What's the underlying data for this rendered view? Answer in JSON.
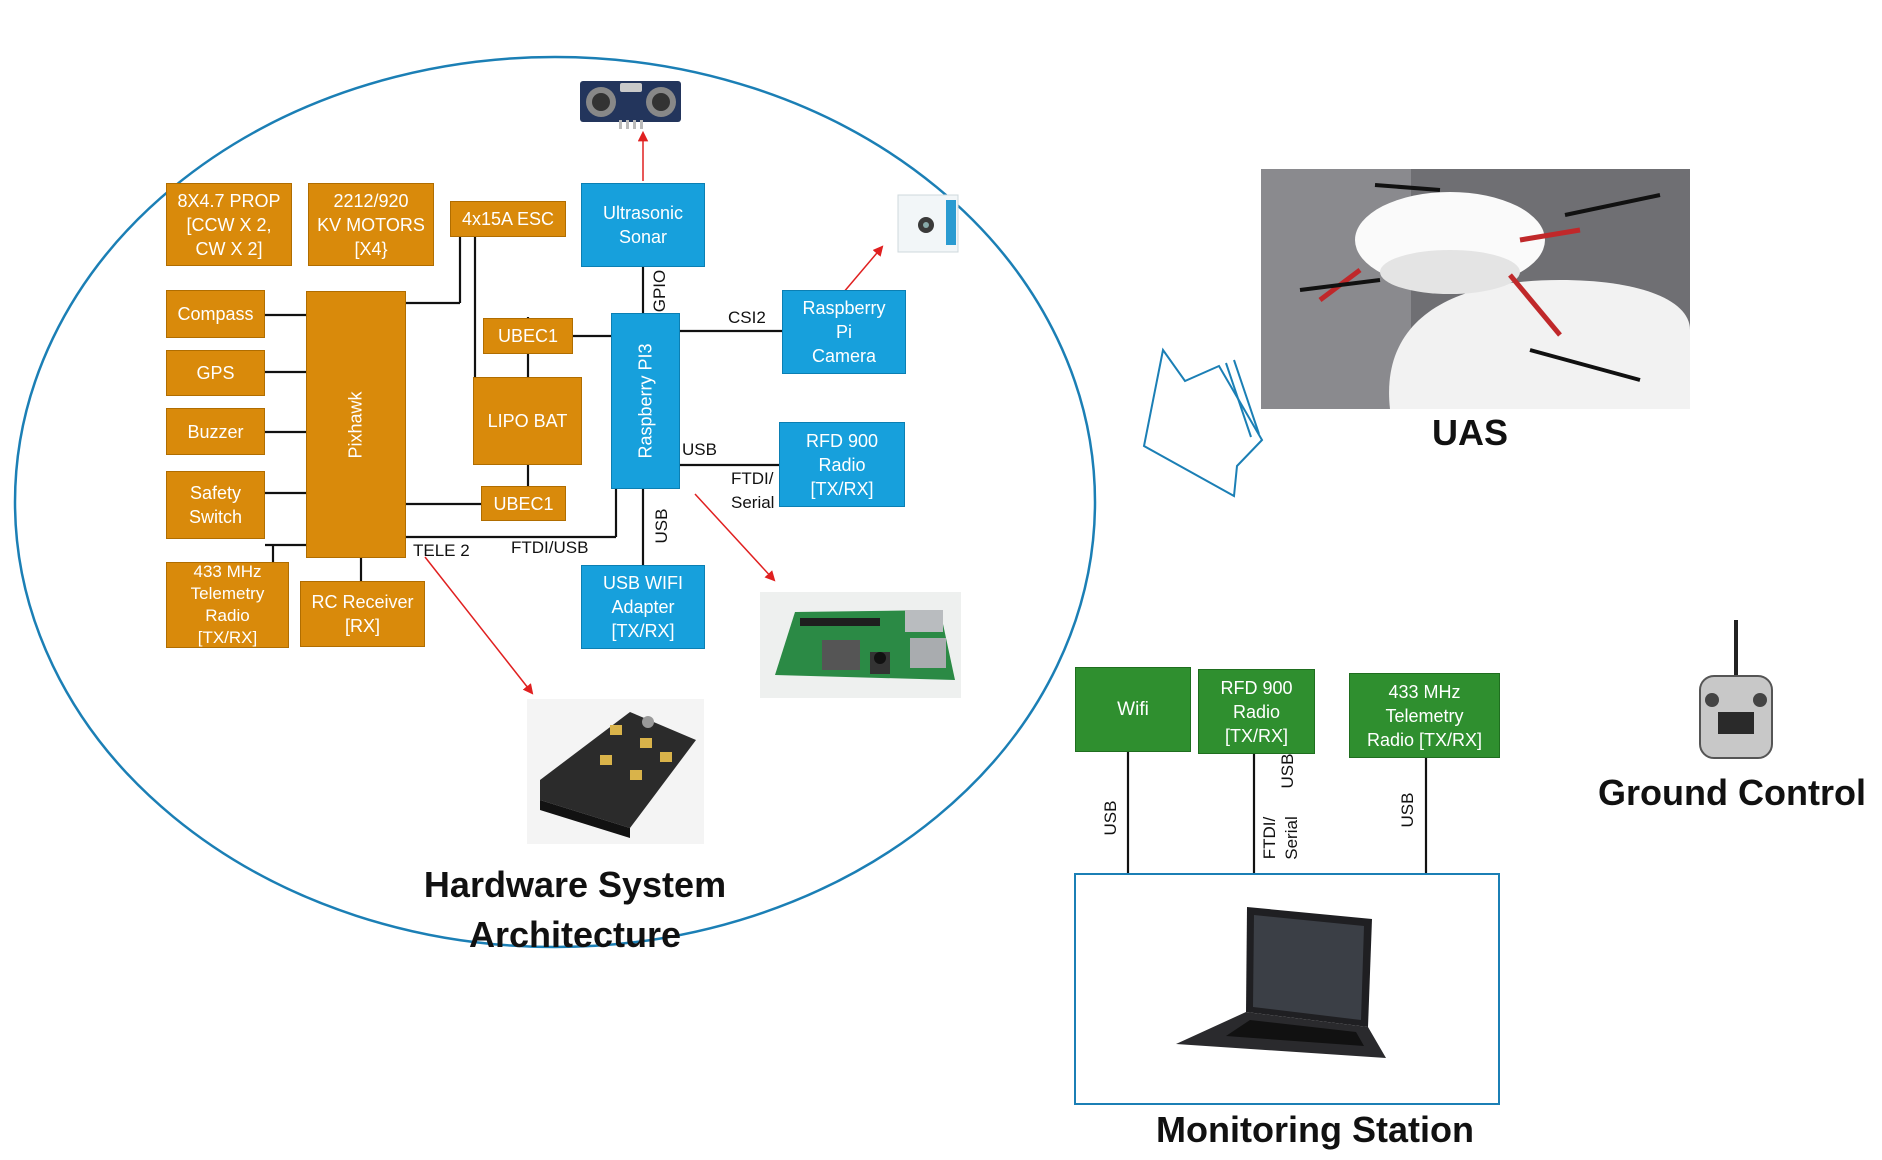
{
  "colors": {
    "component_orange": "#d98a0b",
    "component_blue": "#17a0dc",
    "ground_green": "#2f8f2f",
    "link_black": "#111111",
    "arrow_red": "#e02020",
    "outline_blue": "#1b7fb5"
  },
  "titles": {
    "hardware": "Hardware System\nArchitecture",
    "uas": "UAS",
    "ground_control": "Ground Control",
    "monitoring": "Monitoring Station"
  },
  "components": {
    "prop": "8X4.7 PROP\n[CCW X 2,\nCW X 2]",
    "motors": "2212/920\nKV MOTORS\n[X4}",
    "esc": "4x15A ESC",
    "compass": "Compass",
    "gps": "GPS",
    "buzzer": "Buzzer",
    "safety": "Safety\nSwitch",
    "telemetry433": "433 MHz\nTelemetry\nRadio\n[TX/RX]",
    "rc_receiver": "RC Receiver\n[RX]",
    "pixhawk": "Pixhawk",
    "ubec1_top": "UBEC1",
    "lipo": "LIPO BAT",
    "ubec1_bottom": "UBEC1",
    "raspberry_pi3": "Raspberry PI3",
    "ultrasonic": "Ultrasonic\nSonar",
    "camera": "Raspberry\nPi\nCamera",
    "rfd900": "RFD 900\nRadio\n[TX/RX]",
    "usb_wifi": "USB WIFI\nAdapter\n[TX/RX]"
  },
  "links": {
    "gpio": "GPIO",
    "csi2": "CSI2",
    "usb_pi": "USB",
    "ftdi_serial": "FTDI/\nSerial",
    "usb_wifi": "USB",
    "tele2": "TELE 2",
    "ftdi_usb": "FTDI/USB"
  },
  "ground": {
    "wifi": "Wifi",
    "rfd900": "RFD 900\nRadio\n[TX/RX]",
    "telemetry433": "433 MHz\nTelemetry\nRadio [TX/RX]",
    "usb_wifi": "USB",
    "usb_rfd": "USB",
    "ftdi_serial": "FTDI/\nSerial",
    "usb_tele": "USB"
  },
  "icons": {
    "sonar_photo": "ultrasonic-sensor-icon",
    "camera_photo": "camera-module-icon",
    "pi_board_photo": "raspberry-pi-board-icon",
    "pixhawk_photo": "pixhawk-controller-icon",
    "drone_photo": "quadcopter-drone-icon",
    "transmitter_photo": "rc-transmitter-icon",
    "laptop_photo": "laptop-icon",
    "link_arrow": "hollow-arrow-icon"
  }
}
